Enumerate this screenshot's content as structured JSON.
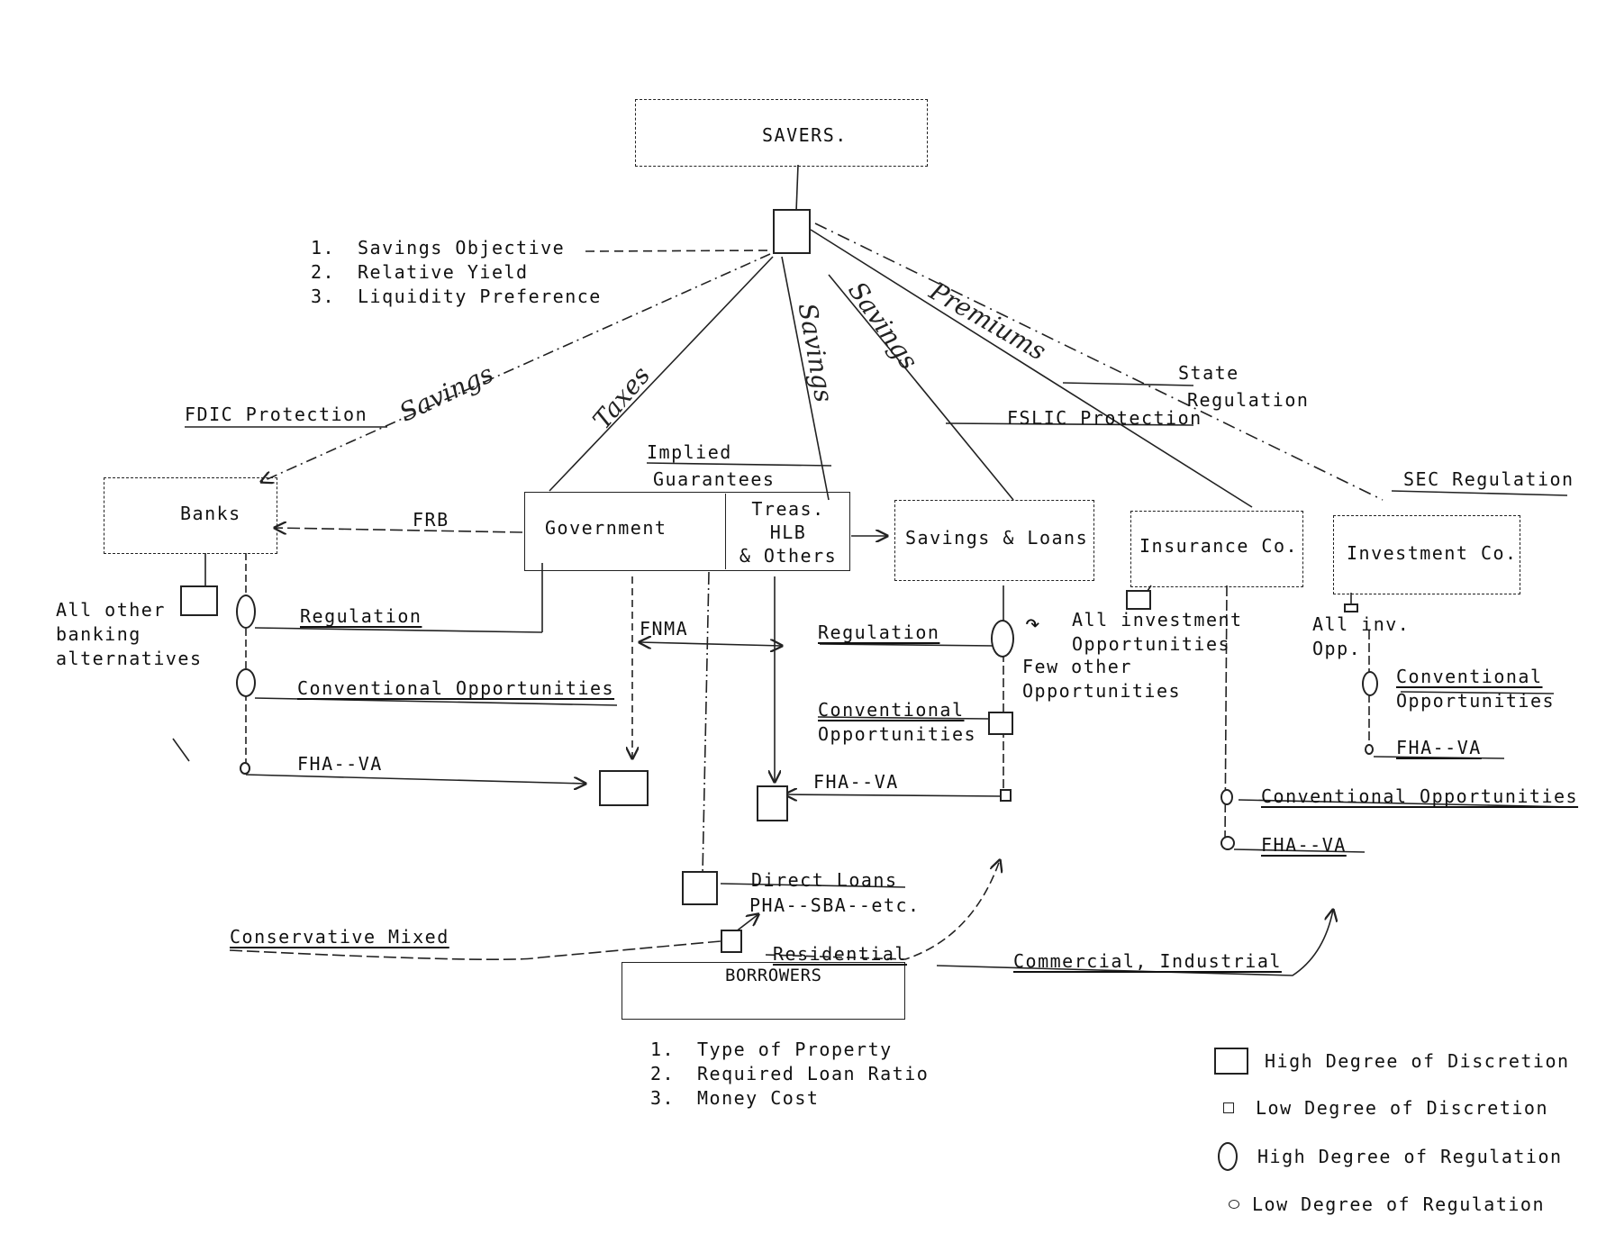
{
  "diagram": {
    "nodes": {
      "savers": "SAVERS.",
      "banks": "Banks",
      "government": "Government",
      "treasury": [
        "Treas.",
        "HLB",
        "& Others"
      ],
      "savings_loans": "Savings & Loans",
      "insurance": "Insurance Co.",
      "investment": "Investment Co.",
      "borrowers": "BORROWERS"
    },
    "saver_factors": [
      {
        "num": "1.",
        "text": "Savings Objective"
      },
      {
        "num": "2.",
        "text": "Relative Yield"
      },
      {
        "num": "3.",
        "text": "Liquidity Preference"
      }
    ],
    "borrower_factors": [
      {
        "num": "1.",
        "text": "Type of Property"
      },
      {
        "num": "2.",
        "text": "Required Loan Ratio"
      },
      {
        "num": "3.",
        "text": "Money Cost"
      }
    ],
    "flow_labels": {
      "savings_to_banks": "Savings",
      "taxes": "Taxes",
      "savings_to_treasury": "Savings",
      "savings_to_sl": "Savings",
      "premiums": "Premiums"
    },
    "labels": {
      "fdic": "FDIC Protection",
      "implied": "Implied",
      "guarantees": "Guarantees",
      "fslic": "FSLIC Protection",
      "state": "State",
      "state_reg": "Regulation",
      "sec": "SEC Regulation",
      "frb": "FRB",
      "banks_alt": [
        "All other",
        "banking",
        "alternatives"
      ],
      "banks_regulation": "Regulation",
      "banks_conventional": "Conventional Opportunities",
      "banks_fha": "FHA--VA",
      "fnma": "FNMA",
      "sl_regulation": "Regulation",
      "sl_conventional": [
        "Conventional",
        "Opportunities"
      ],
      "sl_fha": "FHA--VA",
      "sl_few": [
        "Few other",
        "Opportunities"
      ],
      "ins_all": [
        "All investment",
        "Opportunities"
      ],
      "ins_conventional": "Conventional Opportunities",
      "ins_fha": "FHA--VA",
      "inv_all": [
        "All inv.",
        "Opp."
      ],
      "inv_conventional": [
        "Conventional",
        "Opportunities"
      ],
      "inv_fha": "FHA--VA",
      "direct_loans": "Direct Loans",
      "pha": "PHA--SBA--etc.",
      "conservative": "Conservative Mixed",
      "residential": "Residential",
      "commercial": "Commercial, Industrial"
    },
    "legend": [
      {
        "symbol": "large-square",
        "text": "High Degree of Discretion"
      },
      {
        "symbol": "small-square",
        "text": "Low Degree of Discretion"
      },
      {
        "symbol": "large-oval",
        "text": "High Degree of Regulation"
      },
      {
        "symbol": "small-oval",
        "text": "Low Degree of Regulation"
      }
    ]
  }
}
